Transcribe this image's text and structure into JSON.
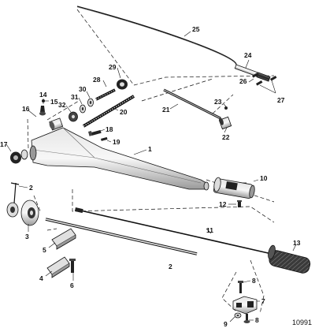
{
  "figure": {
    "reference_number": "10991",
    "callouts": [
      {
        "id": "c1",
        "label": "1"
      },
      {
        "id": "c2a",
        "label": "2"
      },
      {
        "id": "c2b",
        "label": "2"
      },
      {
        "id": "c3",
        "label": "3"
      },
      {
        "id": "c4",
        "label": "4"
      },
      {
        "id": "c5",
        "label": "5"
      },
      {
        "id": "c6",
        "label": "6"
      },
      {
        "id": "c7",
        "label": "7"
      },
      {
        "id": "c8a",
        "label": "8"
      },
      {
        "id": "c8b",
        "label": "8"
      },
      {
        "id": "c9",
        "label": "9"
      },
      {
        "id": "c10",
        "label": "10"
      },
      {
        "id": "c11",
        "label": "11"
      },
      {
        "id": "c12",
        "label": "12"
      },
      {
        "id": "c13",
        "label": "13"
      },
      {
        "id": "c14",
        "label": "14"
      },
      {
        "id": "c15",
        "label": "15"
      },
      {
        "id": "c16",
        "label": "16"
      },
      {
        "id": "c17",
        "label": "17"
      },
      {
        "id": "c18",
        "label": "18"
      },
      {
        "id": "c19",
        "label": "19"
      },
      {
        "id": "c20",
        "label": "20"
      },
      {
        "id": "c21",
        "label": "21"
      },
      {
        "id": "c22",
        "label": "22"
      },
      {
        "id": "c23",
        "label": "23"
      },
      {
        "id": "c24",
        "label": "24"
      },
      {
        "id": "c25",
        "label": "25"
      },
      {
        "id": "c26",
        "label": "26"
      },
      {
        "id": "c27",
        "label": "27"
      },
      {
        "id": "c28",
        "label": "28"
      },
      {
        "id": "c29",
        "label": "29"
      },
      {
        "id": "c30",
        "label": "30"
      },
      {
        "id": "c31",
        "label": "31"
      },
      {
        "id": "c32",
        "label": "32"
      }
    ]
  }
}
